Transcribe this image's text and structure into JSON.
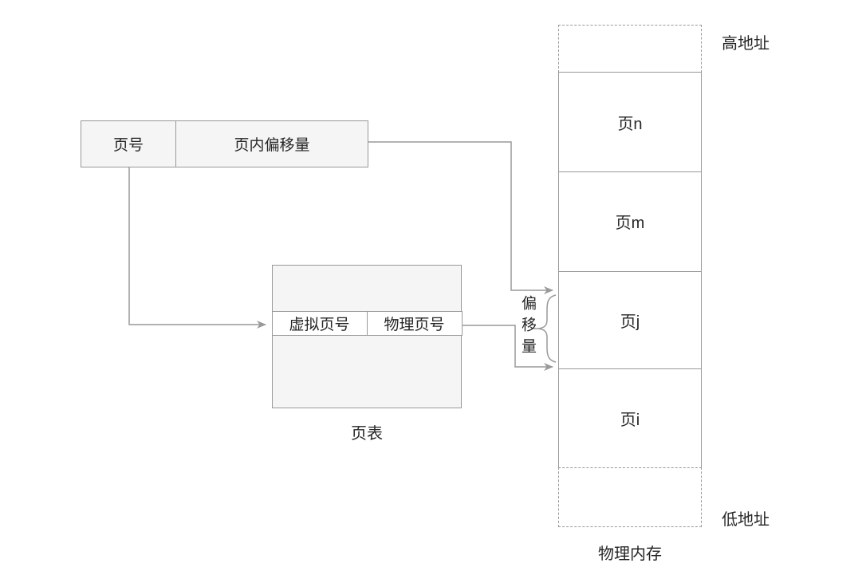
{
  "colors": {
    "line": "#999999",
    "box_fill": "#f5f5f5",
    "cell_fill": "#ffffff",
    "text": "#262626"
  },
  "virtual_address": {
    "page_number_label": "页号",
    "page_offset_label": "页内偏移量"
  },
  "page_table": {
    "label": "页表",
    "virtual_page_column": "虚拟页号",
    "physical_page_column": "物理页号"
  },
  "offset_label": "偏移量",
  "physical_memory": {
    "label": "物理内存",
    "high_address_label": "高地址",
    "low_address_label": "低地址",
    "pages": [
      "页n",
      "页m",
      "页j",
      "页i"
    ]
  }
}
